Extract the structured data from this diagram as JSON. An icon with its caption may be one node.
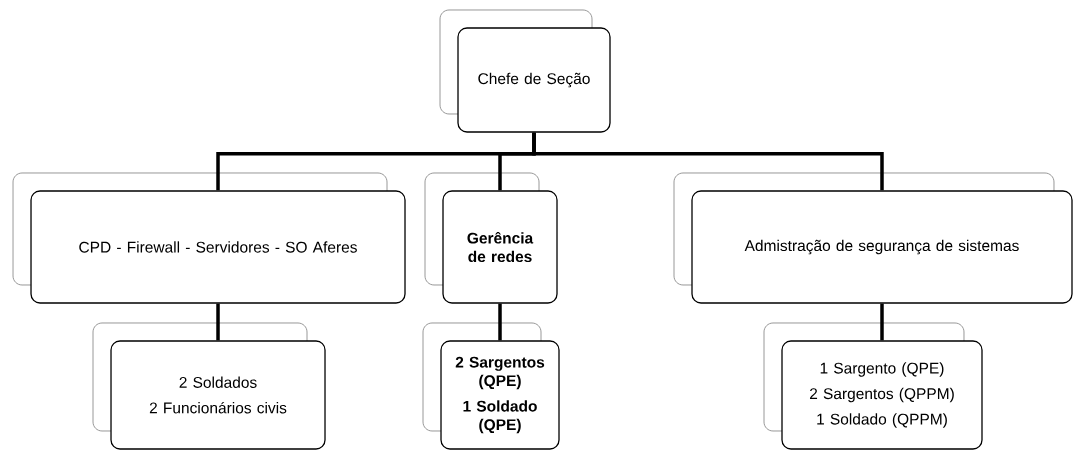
{
  "diagram": {
    "nodes": [
      {
        "text": [
          "Chefe de Seção"
        ]
      },
      {
        "text": [
          "CPD - Firewall - Servidores - SO Aferes"
        ]
      },
      {
        "text": [
          "Gerência de redes"
        ]
      },
      {
        "text": [
          "Admistração de segurança de sistemas"
        ]
      },
      {
        "text": [
          "2 Soldados",
          "2 Funcionários civis"
        ]
      },
      {
        "text": [
          "2 Sargentos (QPE)",
          "1 Soldado (QPE)"
        ]
      },
      {
        "text": [
          "1 Sargento (QPE)",
          "2 Sargentos (QPPM)",
          "1 Soldado (QPPM)"
        ]
      }
    ],
    "edges": [
      {
        "from": 0,
        "to": 1,
        "arrow": "none"
      },
      {
        "from": 0,
        "to": 2,
        "arrow": "none"
      },
      {
        "from": 0,
        "to": 3,
        "arrow": "none"
      },
      {
        "from": 1,
        "to": 4,
        "arrow": "none"
      },
      {
        "from": 2,
        "to": 5,
        "arrow": "none"
      },
      {
        "from": 3,
        "to": 6,
        "arrow": "none"
      }
    ]
  }
}
